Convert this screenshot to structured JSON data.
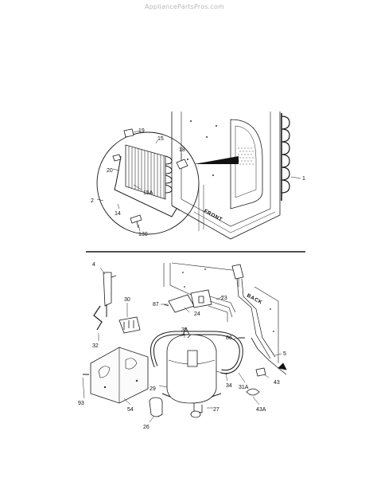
{
  "watermark": "AppliancePartsPros.com",
  "upper_section": {
    "labels": {
      "19": "19",
      "15": "15",
      "18": "18",
      "20": "20",
      "15A": "15A",
      "2": "2",
      "14": "14",
      "130": "130",
      "1": "1",
      "front": "FRONT"
    }
  },
  "lower_section": {
    "labels": {
      "4": "4",
      "30": "30",
      "87": "87",
      "24": "24",
      "23": "23",
      "back": "BACK",
      "32": "32",
      "35": "35",
      "86": "86",
      "5": "5",
      "93": "93",
      "29": "29",
      "34": "34",
      "31A": "31A",
      "43": "43",
      "54": "54",
      "26": "26",
      "27": "27",
      "43A": "43A"
    }
  },
  "colors": {
    "line": "#1a1a1a",
    "panel": "#f7f7f7",
    "watermark": "#b8b8b8"
  }
}
